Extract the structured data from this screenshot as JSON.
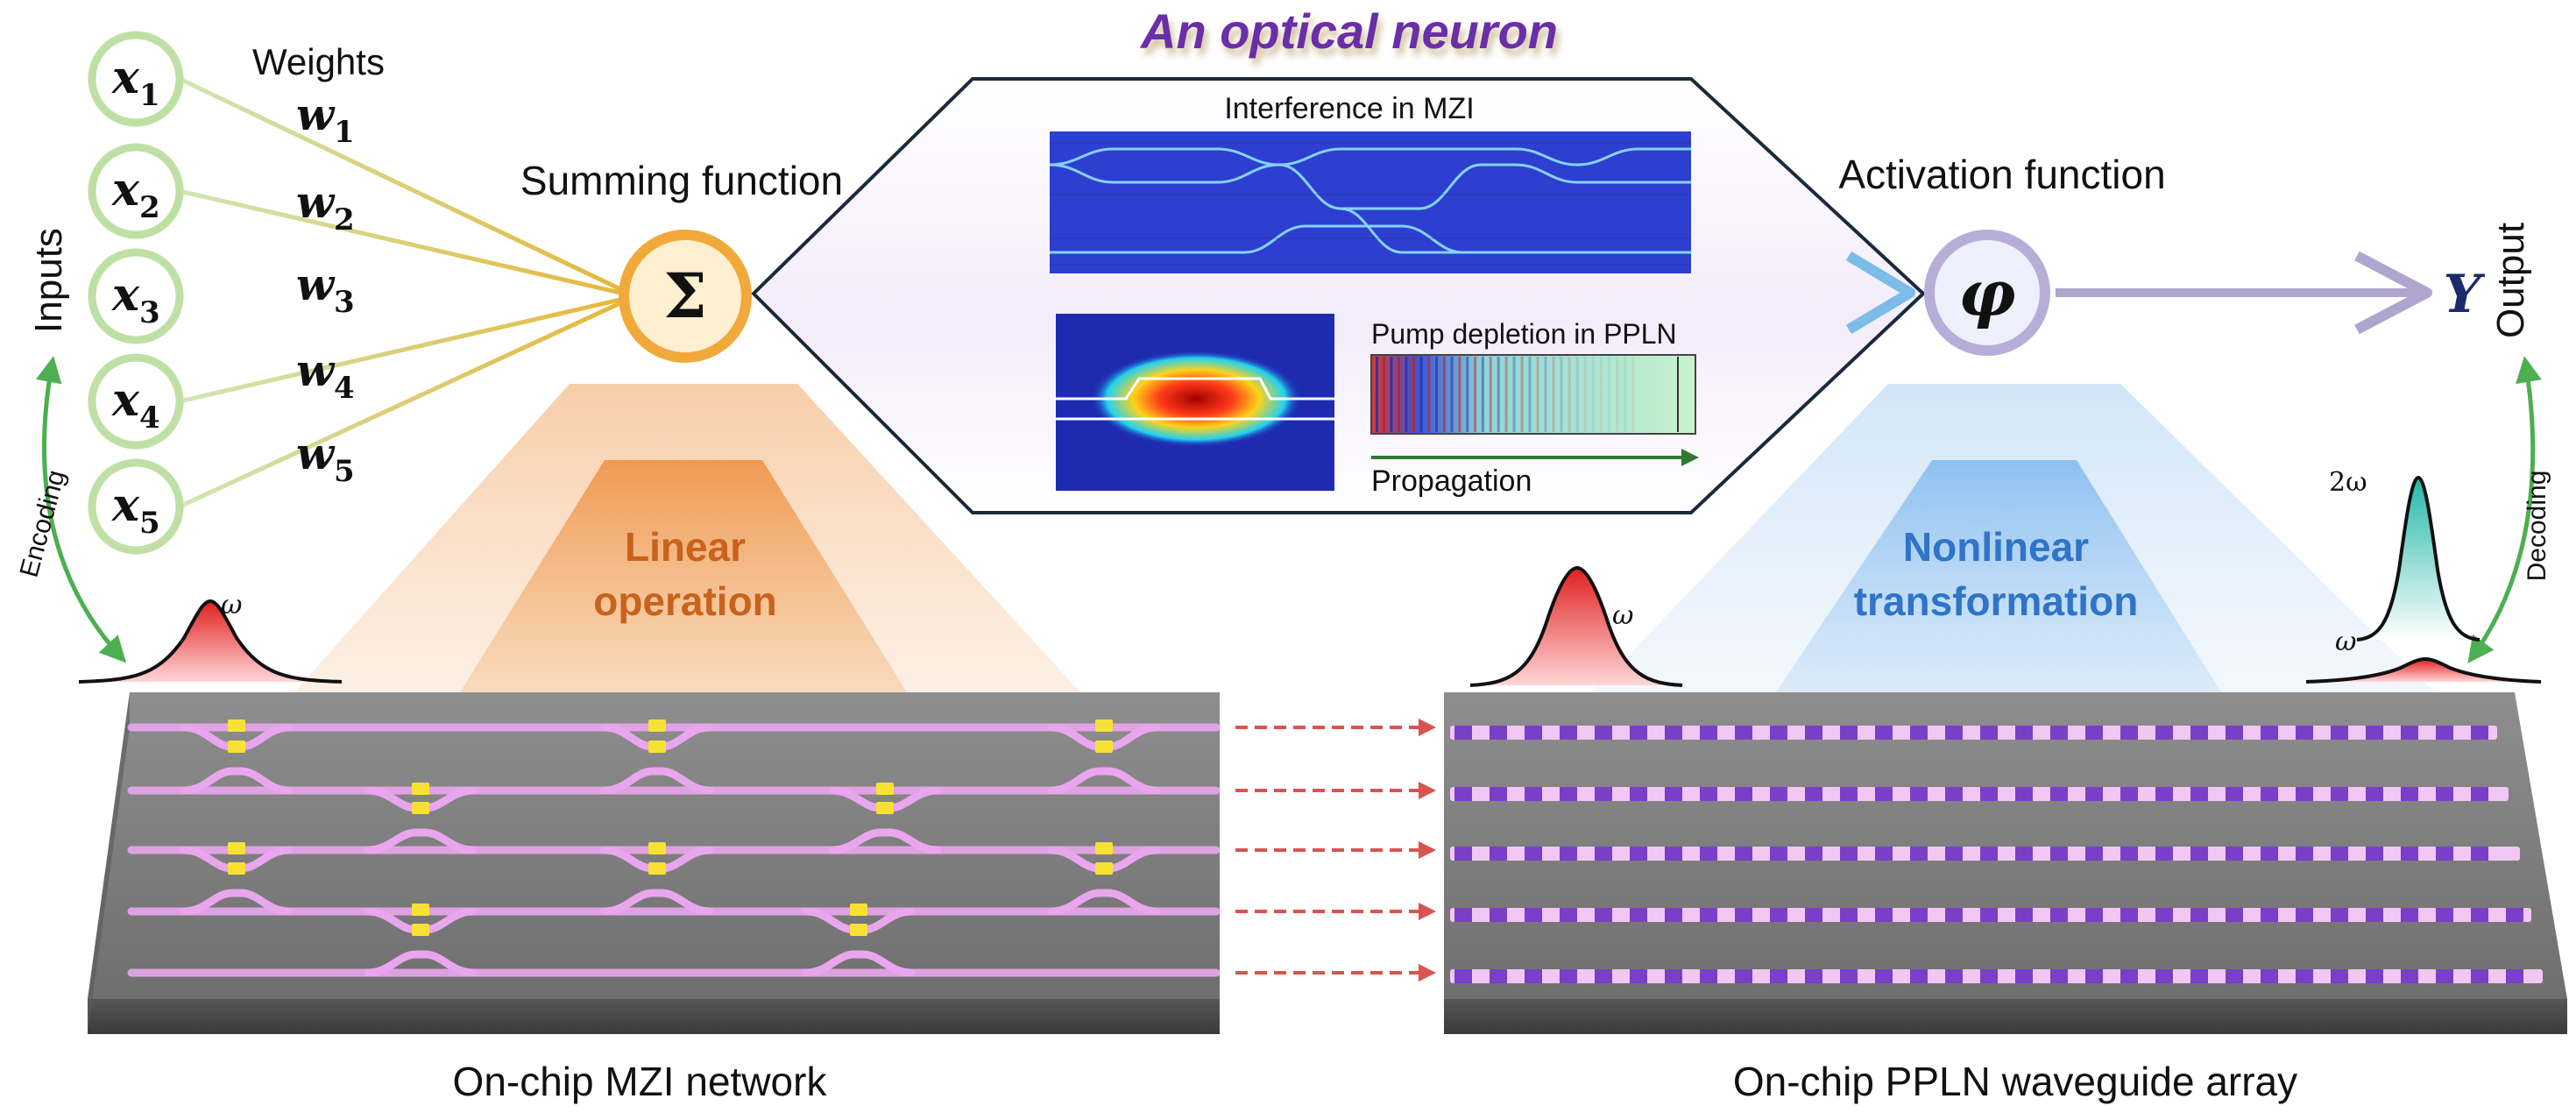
{
  "title": "An optical neuron",
  "inputs": {
    "label": "Inputs",
    "items": [
      {
        "base": "x",
        "sub": "1"
      },
      {
        "base": "x",
        "sub": "2"
      },
      {
        "base": "x",
        "sub": "3"
      },
      {
        "base": "x",
        "sub": "4"
      },
      {
        "base": "x",
        "sub": "5"
      }
    ]
  },
  "weights": {
    "label": "Weights",
    "items": [
      {
        "base": "w",
        "sub": "1"
      },
      {
        "base": "w",
        "sub": "2"
      },
      {
        "base": "w",
        "sub": "3"
      },
      {
        "base": "w",
        "sub": "4"
      },
      {
        "base": "w",
        "sub": "5"
      }
    ]
  },
  "summing": {
    "label": "Summing function",
    "symbol": "Σ"
  },
  "activation": {
    "label": "Activation function",
    "symbol": "φ"
  },
  "output": {
    "label": "Output",
    "symbol": "Y"
  },
  "encoding": "Encoding",
  "decoding": "Decoding",
  "insets": {
    "mzi": "Interference in MZI",
    "pump": "Pump depletion in PPLN",
    "propagation": "Propagation"
  },
  "linear": {
    "line1": "Linear",
    "line2": "operation"
  },
  "nonlinear": {
    "line1": "Nonlinear",
    "line2": "transformation"
  },
  "pulses": {
    "omega": "ω",
    "two_omega": "2ω"
  },
  "chips": {
    "mzi_caption": "On-chip MZI network",
    "ppln_caption": "On-chip PPLN waveguide array"
  },
  "colors": {
    "title": "#6a2fa8",
    "linear_text": "#c8621c",
    "nonlinear_text": "#2f74c8",
    "input_ring": "#bfe0a4",
    "sum_ring": "#f0a93a",
    "act_ring": "#b7aed8",
    "arrow_green": "#4caf50",
    "waveguide_pink": "#e9a6ee",
    "ppln_purple": "#7a3fc9",
    "output_arrow": "#aea6cc"
  }
}
